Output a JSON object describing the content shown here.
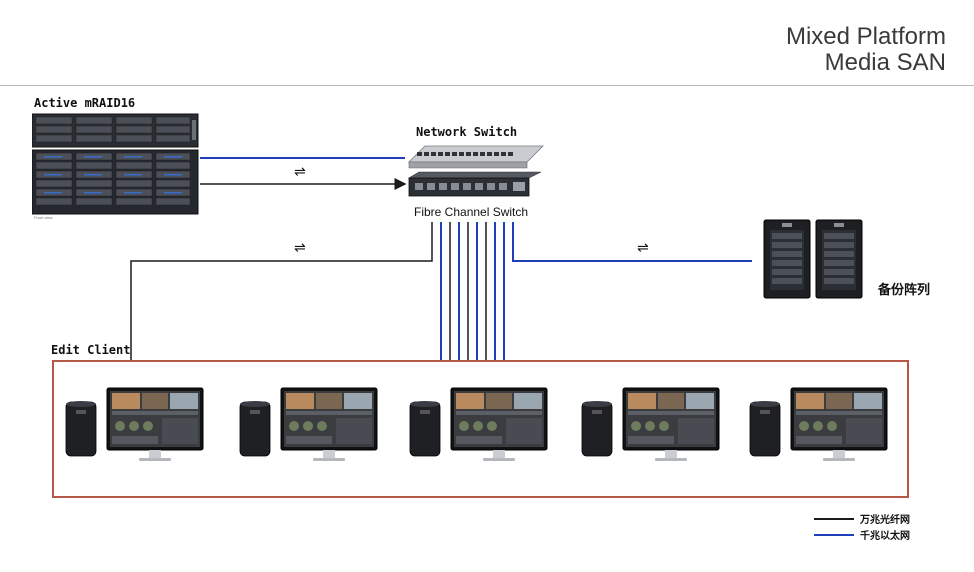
{
  "header": {
    "title_line1": "Mixed Platform",
    "title_line2": "Media SAN"
  },
  "nodes": {
    "storage_label": "Active mRAID16",
    "network_switch_label": "Network Switch",
    "fibre_switch_label": "Fibre Channel Switch",
    "backup_label": "备份阵列",
    "edit_client_label": "Edit Client",
    "storage_caption": "Front view"
  },
  "legend": {
    "items": [
      {
        "label": "万兆光纤网",
        "color": "#1a1a1a"
      },
      {
        "label": "千兆以太网",
        "color": "#1f3fb8"
      }
    ]
  },
  "colors": {
    "fibre_line": "#1a1a1a",
    "ethernet_line": "#1f3fb8",
    "edit_box_border": "#b5584a"
  },
  "icons": {
    "bidirectional": "⇌"
  }
}
